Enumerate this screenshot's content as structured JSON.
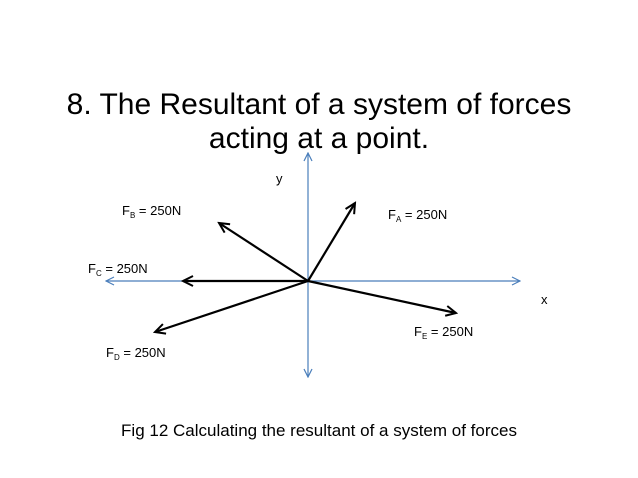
{
  "title": {
    "line1": "8. The Resultant of  a system of forces",
    "line2": "acting at a point."
  },
  "axes": {
    "x_label": "x",
    "y_label": "y"
  },
  "forces": {
    "a": {
      "symbol": "F",
      "sub": "A",
      "value": "= 250N"
    },
    "b": {
      "symbol": "F",
      "sub": "B",
      "value": "= 250N"
    },
    "c": {
      "symbol": "F",
      "sub": "C",
      "value": "= 250N"
    },
    "d": {
      "symbol": "F",
      "sub": "D",
      "value": "= 250N"
    },
    "e": {
      "symbol": "F",
      "sub": "E",
      "value": "= 250N"
    }
  },
  "caption": "Fig 12  Calculating the resultant of a system of forces",
  "colors": {
    "axis": "#4a7ebb",
    "force": "#000000",
    "background": "#ffffff"
  }
}
